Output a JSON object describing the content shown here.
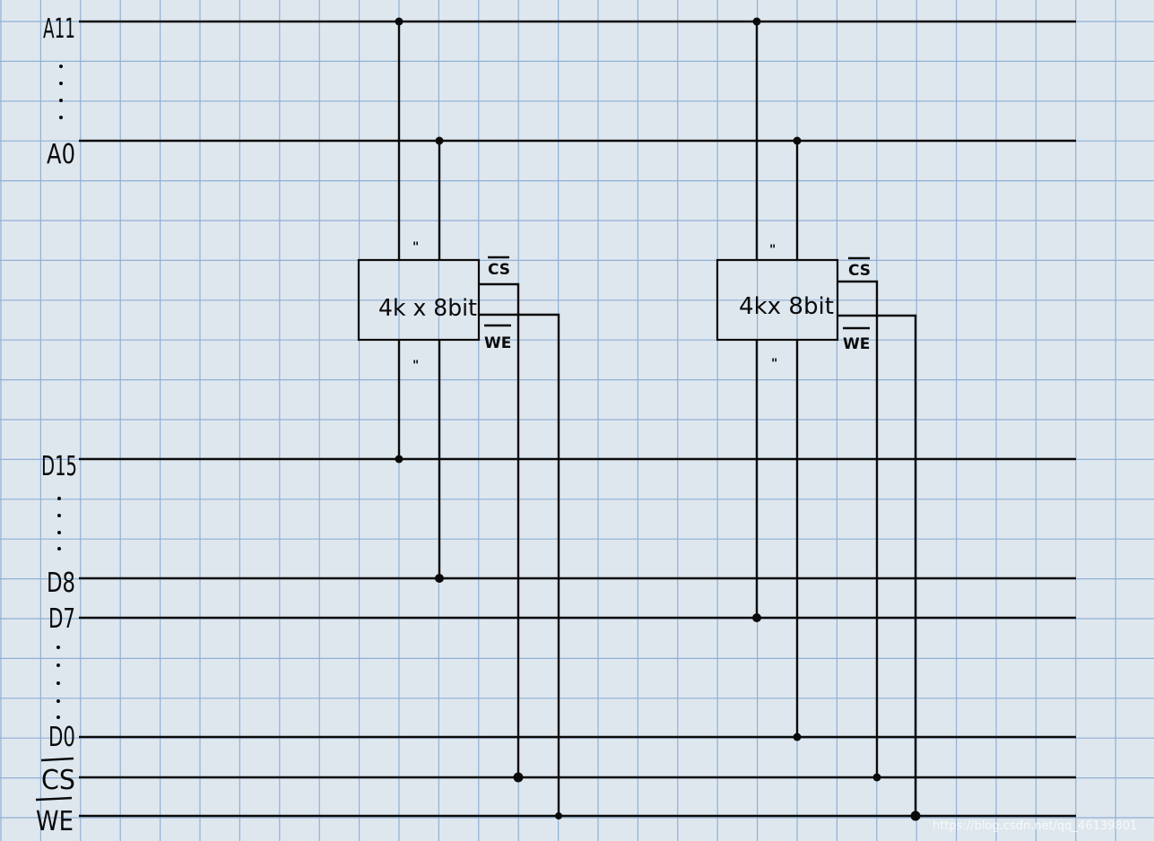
{
  "signals": {
    "a11": "A11",
    "a0": "A0",
    "d15": "D15",
    "d8": "D8",
    "d7": "D7",
    "d0": "D0",
    "cs": "CS",
    "we": "WE"
  },
  "chips": [
    {
      "label": "4k x 8bit",
      "cs_pin": "CS",
      "we_pin": "WE",
      "top_mark": "\"",
      "bottom_mark": "\""
    },
    {
      "label": "4kx 8bit",
      "cs_pin": "CS",
      "we_pin": "WE",
      "top_mark": "\"",
      "bottom_mark": "\""
    }
  ],
  "watermark": "https://blog.csdn.net/qq_46139801",
  "colors": {
    "paper": "#dfe7ee",
    "grid": "#8fb0d6",
    "ink": "#0a0a0a"
  }
}
